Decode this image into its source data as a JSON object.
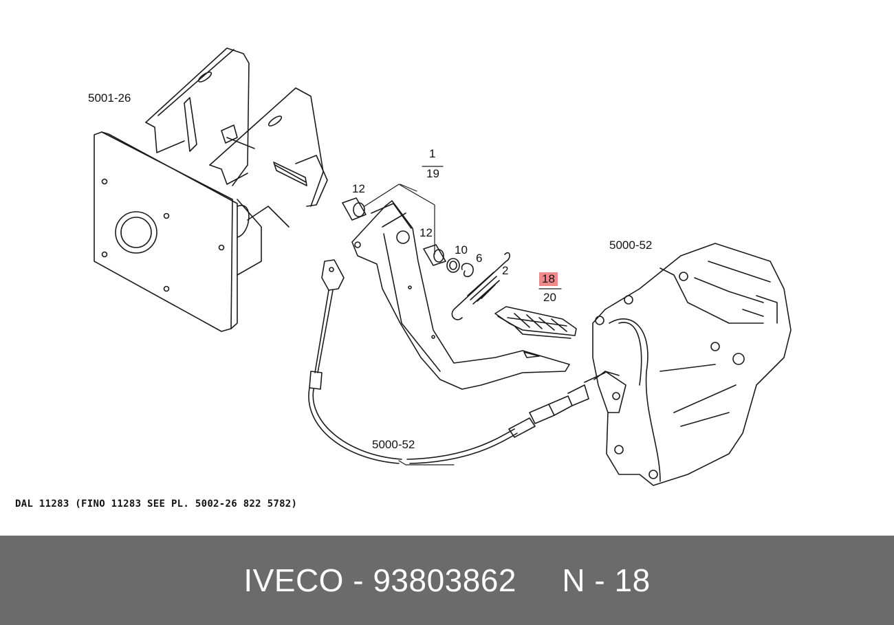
{
  "diagram": {
    "callouts": {
      "c_5001_26": "5001-26",
      "c_1": "1",
      "c_19": "19",
      "c_12a": "12",
      "c_12b": "12",
      "c_10": "10",
      "c_6": "6",
      "c_2": "2",
      "c_18": "18",
      "c_20": "20",
      "c_5000_52_top": "5000-52",
      "c_5000_52_bottom": "5000-52"
    },
    "highlighted_callout": "18",
    "highlight_color": "#f08a8a",
    "footnote": "DAL 11283 (FINO 11283 SEE PL. 5002-26 822 5782)"
  },
  "footer": {
    "brand": "IVECO",
    "part_number": "93803862",
    "position_label": "N - 18",
    "title": "IVECO - 93803862     N - 18",
    "background": "#6b6b6b"
  }
}
